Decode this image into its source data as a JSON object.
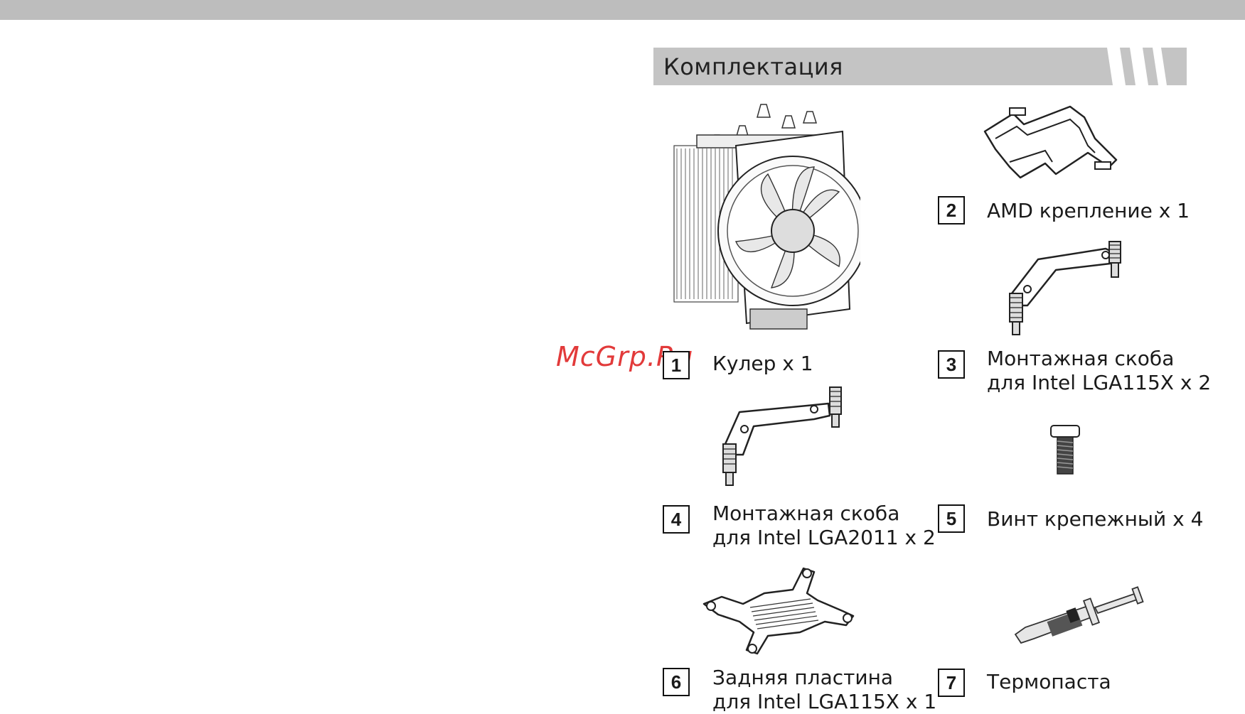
{
  "header": {
    "title": "Комплектация"
  },
  "watermark": "McGrp.Ru",
  "items": [
    {
      "num": "1",
      "line1": "Кулер x 1",
      "line2": "",
      "icon": "cpu-cooler"
    },
    {
      "num": "2",
      "line1": "AMD крепление x 1",
      "line2": "",
      "icon": "amd-bracket"
    },
    {
      "num": "3",
      "line1": "Монтажная скоба",
      "line2": "для Intel LGA115X x 2",
      "icon": "intel-115x-bracket"
    },
    {
      "num": "4",
      "line1": "Монтажная скоба",
      "line2": "для Intel LGA2011 x 2",
      "icon": "intel-2011-bracket"
    },
    {
      "num": "5",
      "line1": "Винт крепежный x 4",
      "line2": "",
      "icon": "screw"
    },
    {
      "num": "6",
      "line1": "Задняя пластина",
      "line2": "для Intel LGA115X x 1",
      "icon": "backplate"
    },
    {
      "num": "7",
      "line1": "Термопаста",
      "line2": "",
      "icon": "thermal-paste-syringe"
    }
  ],
  "colors": {
    "header_bg": "#c4c4c4",
    "top_bar": "#bdbdbd",
    "watermark": "#e23a3a"
  }
}
